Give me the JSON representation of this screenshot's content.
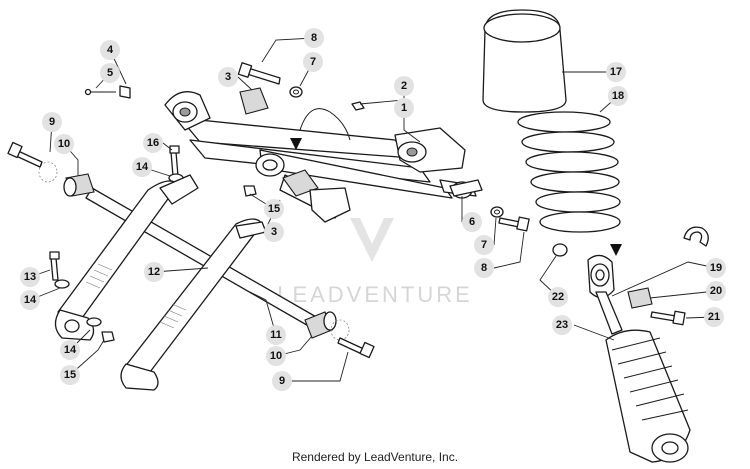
{
  "watermark": {
    "text": "LEADVENTURE"
  },
  "credit": {
    "text": "Rendered by LeadVenture, Inc."
  },
  "callouts": [
    {
      "id": "c1",
      "label": "1"
    },
    {
      "id": "c2",
      "label": "2"
    },
    {
      "id": "c3a",
      "label": "3"
    },
    {
      "id": "c3b",
      "label": "3"
    },
    {
      "id": "c4",
      "label": "4"
    },
    {
      "id": "c5",
      "label": "5"
    },
    {
      "id": "c6",
      "label": "6"
    },
    {
      "id": "c7a",
      "label": "7"
    },
    {
      "id": "c7b",
      "label": "7"
    },
    {
      "id": "c8a",
      "label": "8"
    },
    {
      "id": "c8b",
      "label": "8"
    },
    {
      "id": "c9a",
      "label": "9"
    },
    {
      "id": "c9b",
      "label": "9"
    },
    {
      "id": "c10a",
      "label": "10"
    },
    {
      "id": "c10b",
      "label": "10"
    },
    {
      "id": "c11",
      "label": "11"
    },
    {
      "id": "c12",
      "label": "12"
    },
    {
      "id": "c13",
      "label": "13"
    },
    {
      "id": "c14a",
      "label": "14"
    },
    {
      "id": "c14b",
      "label": "14"
    },
    {
      "id": "c14c",
      "label": "14"
    },
    {
      "id": "c15a",
      "label": "15"
    },
    {
      "id": "c15b",
      "label": "15"
    },
    {
      "id": "c16",
      "label": "16"
    },
    {
      "id": "c17",
      "label": "17"
    },
    {
      "id": "c18",
      "label": "18"
    },
    {
      "id": "c19",
      "label": "19"
    },
    {
      "id": "c20",
      "label": "20"
    },
    {
      "id": "c21",
      "label": "21"
    },
    {
      "id": "c22",
      "label": "22"
    },
    {
      "id": "c23",
      "label": "23"
    }
  ]
}
